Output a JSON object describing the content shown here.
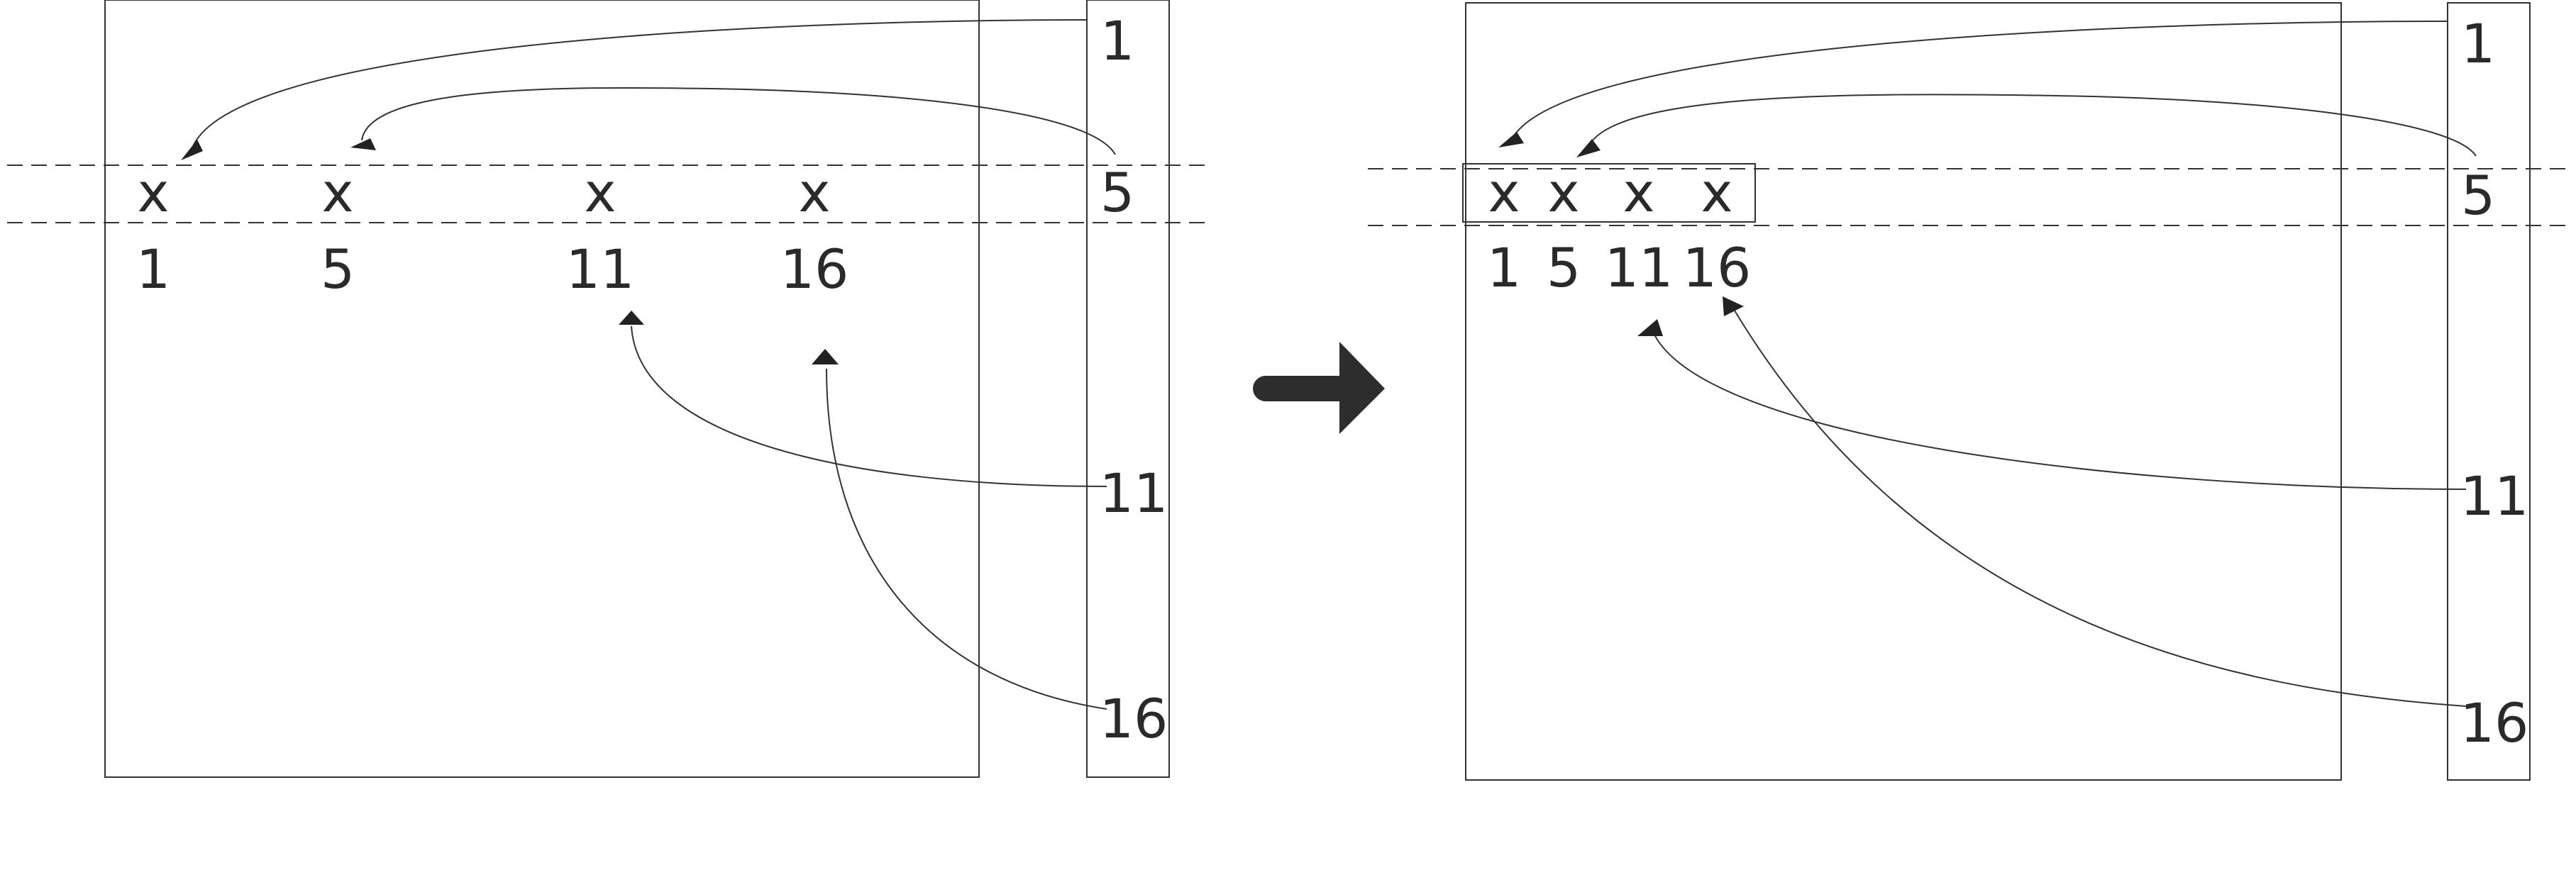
{
  "left_panel": {
    "cells": [
      {
        "mark": "x",
        "index": "1"
      },
      {
        "mark": "x",
        "index": "5"
      },
      {
        "mark": "x",
        "index": "11"
      },
      {
        "mark": "x",
        "index": "16"
      }
    ],
    "column": [
      "1",
      "5",
      "11",
      "16"
    ]
  },
  "right_panel": {
    "cells": [
      {
        "mark": "x",
        "index": "1"
      },
      {
        "mark": "x",
        "index": "5"
      },
      {
        "mark": "x",
        "index": "11"
      },
      {
        "mark": "x",
        "index": "16"
      }
    ],
    "column": [
      "1",
      "5",
      "11",
      "16"
    ]
  },
  "colors": {
    "stroke": "#333333",
    "arrow_fill": "#222222"
  },
  "icons": {
    "transition": "right-arrow-icon"
  }
}
